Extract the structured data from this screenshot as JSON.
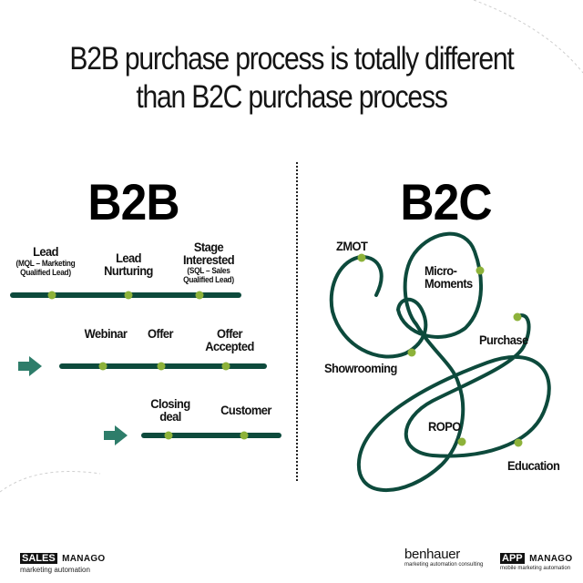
{
  "title": {
    "line1": "B2B purchase process is totally different",
    "line2": "than B2C purchase process"
  },
  "colors": {
    "line": "#0d4a3c",
    "dot": "#8db23a",
    "arrow": "#2e7d6a"
  },
  "b2b": {
    "heading": "B2B",
    "rows": [
      {
        "stages": [
          {
            "label": "Lead",
            "sub": "(MQL – Marketing Qualified Lead)"
          },
          {
            "label": "Lead Nurturing"
          },
          {
            "label": "Stage Interested",
            "sub": "(SQL – Sales Qualified Lead)"
          }
        ]
      },
      {
        "stages": [
          {
            "label": "Webinar"
          },
          {
            "label": "Offer"
          },
          {
            "label": "Offer Accepted"
          }
        ]
      },
      {
        "stages": [
          {
            "label": "Closing deal"
          },
          {
            "label": "Customer"
          }
        ]
      }
    ]
  },
  "b2c": {
    "heading": "B2C",
    "points": [
      "ZMOT",
      "Micro-Moments",
      "Purchase",
      "Showrooming",
      "ROPO",
      "Education"
    ]
  },
  "footer": {
    "sales_manago": {
      "boxed": "SALES",
      "name": "MANAGO",
      "sub": "marketing automation"
    },
    "benhauer": {
      "name": "benhauer",
      "sub": "marketing automation consulting"
    },
    "app_manago": {
      "boxed": "APP",
      "name": "MANAGO",
      "sub": "mobile marketing automation"
    }
  }
}
